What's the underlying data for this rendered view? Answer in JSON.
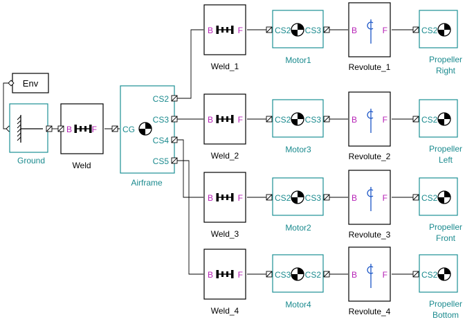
{
  "blocks": {
    "env": {
      "label": "Env"
    },
    "ground": {
      "name": "Ground"
    },
    "weld": {
      "name": "Weld",
      "port_b": "B",
      "port_f": "F"
    },
    "airframe": {
      "name": "Airframe",
      "port_cg": "CG",
      "ports": [
        "CS2",
        "CS3",
        "CS4",
        "CS5"
      ]
    },
    "rows": [
      {
        "weld": "Weld_1",
        "motor": "Motor1",
        "motor_in": "CS2",
        "motor_out": "CS3",
        "revolute": "Revolute_1",
        "propeller": [
          "Propeller",
          "Right"
        ],
        "prop_port": "CS2"
      },
      {
        "weld": "Weld_2",
        "motor": "Motor3",
        "motor_in": "CS2",
        "motor_out": "CS3",
        "revolute": "Revolute_2",
        "propeller": [
          "Propeller",
          "Left"
        ],
        "prop_port": "CS2"
      },
      {
        "weld": "Weld_3",
        "motor": "Motor2",
        "motor_in": "CS2",
        "motor_out": "CS3",
        "revolute": "Revolute_3",
        "propeller": [
          "Propeller",
          "Front"
        ],
        "prop_port": "CS2"
      },
      {
        "weld": "Weld_4",
        "motor": "Motor4",
        "motor_in": "CS3",
        "motor_out": "CS2",
        "revolute": "Revolute_4",
        "propeller": [
          "Propeller",
          "Bottom"
        ],
        "prop_port": "CS2"
      }
    ],
    "port_b": "B",
    "port_f": "F"
  },
  "colors": {
    "block_border_teal": "#1a8f94",
    "label_teal": "#1a8a8e",
    "port_magenta": "#b620b6",
    "revolute_icon_blue": "#1a55c6"
  }
}
